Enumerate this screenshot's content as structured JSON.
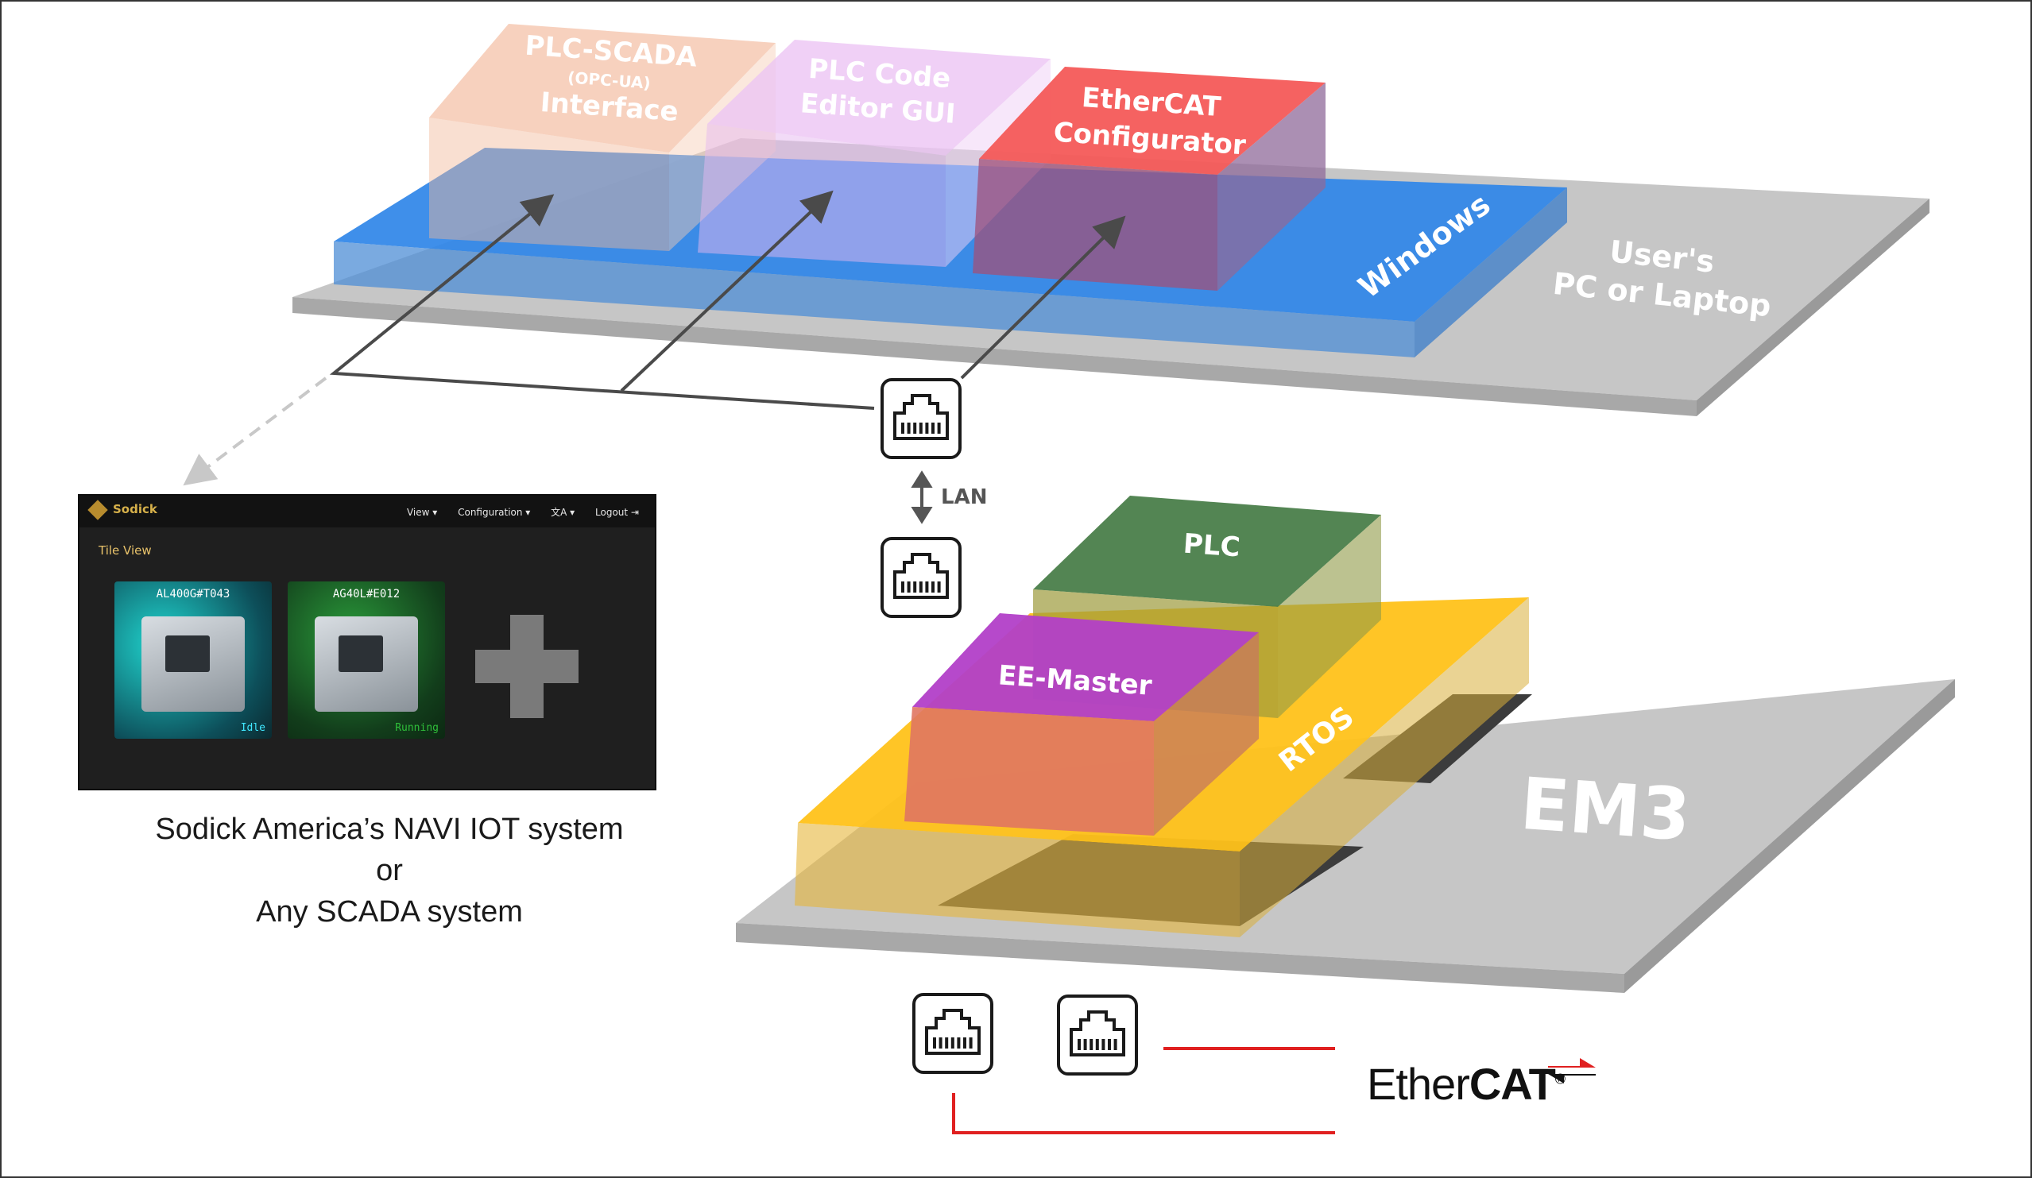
{
  "layers": {
    "pc_board": "User's\nPC or Laptop",
    "windows": "Windows",
    "plc_scada": "PLC-SCADA",
    "opcua": "(OPC-UA)",
    "interface": "Interface",
    "plc_code_1": "PLC Code",
    "plc_code_2": "Editor GUI",
    "ethercat_cfg_1": "EtherCAT",
    "ethercat_cfg_2": "Configurator",
    "em3": "EM3",
    "rtos": "RTOS",
    "plc": "PLC",
    "ee_master": "EE-Master",
    "lan": "LAN"
  },
  "scada": {
    "brand": "Sodick",
    "menu_view": "View ▾",
    "menu_config": "Configuration ▾",
    "menu_lang": "文A ▾",
    "menu_logout": "Logout ⇥",
    "section": "Tile View",
    "tile1_name": "AL400G#T043",
    "tile1_status": "Idle",
    "tile2_name": "AG40L#E012",
    "tile2_status": "Running"
  },
  "caption": {
    "line1": "Sodick America’s NAVI IOT system",
    "line2": "or",
    "line3": "Any SCADA system"
  },
  "ethercat_logo": {
    "ether": "Ether",
    "cat": "CAT",
    "reg": "®"
  },
  "colors": {
    "board": "#c3c3c3",
    "windows": "#1f7fe0",
    "rtos": "#ffc21a",
    "plc_scada": "#f2b89a",
    "plc_code": "#e6b8f0",
    "ethercat_cfg": "#f0504f",
    "plc": "#3f7a3f",
    "ee_master": "#b33fc9",
    "cable": "#e02020"
  }
}
